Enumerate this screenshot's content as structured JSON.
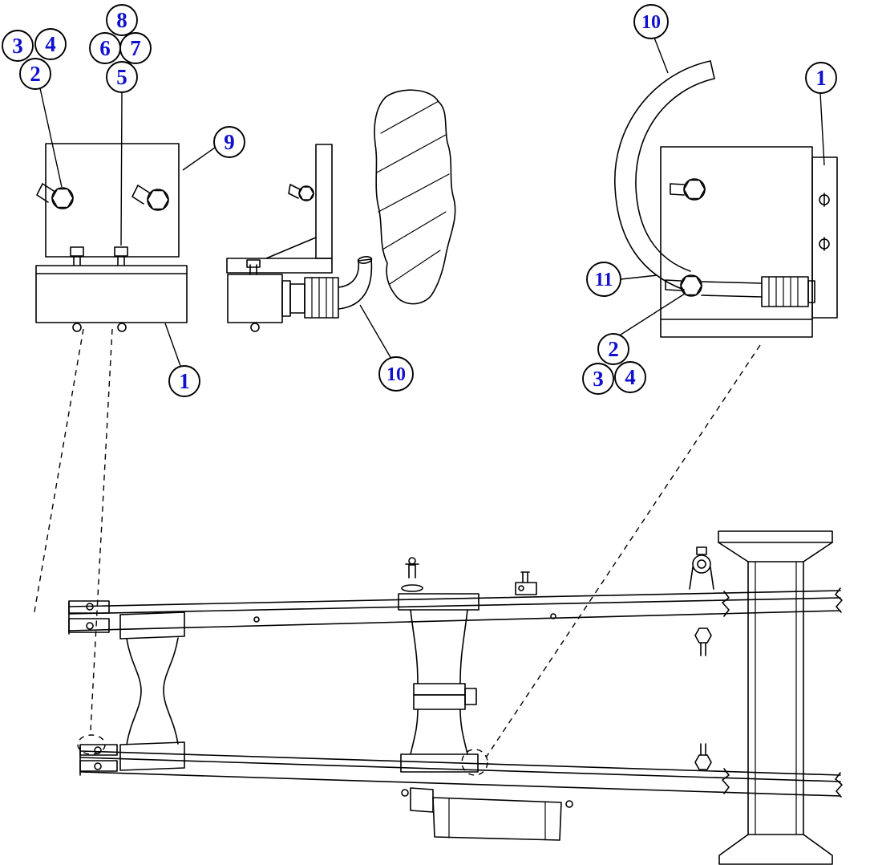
{
  "diagram": {
    "kind": "exploded-parts-diagram",
    "callout_color": "#1010d0",
    "line_color": "#000000",
    "background": "#ffffff",
    "balloons": [
      {
        "label": "3"
      },
      {
        "label": "4"
      },
      {
        "label": "2"
      },
      {
        "label": "8"
      },
      {
        "label": "6"
      },
      {
        "label": "7"
      },
      {
        "label": "5"
      },
      {
        "label": "9"
      },
      {
        "label": "1"
      },
      {
        "label": "10"
      },
      {
        "label": "10"
      },
      {
        "label": "1"
      },
      {
        "label": "11"
      },
      {
        "label": "2"
      },
      {
        "label": "3"
      },
      {
        "label": "4"
      }
    ]
  }
}
